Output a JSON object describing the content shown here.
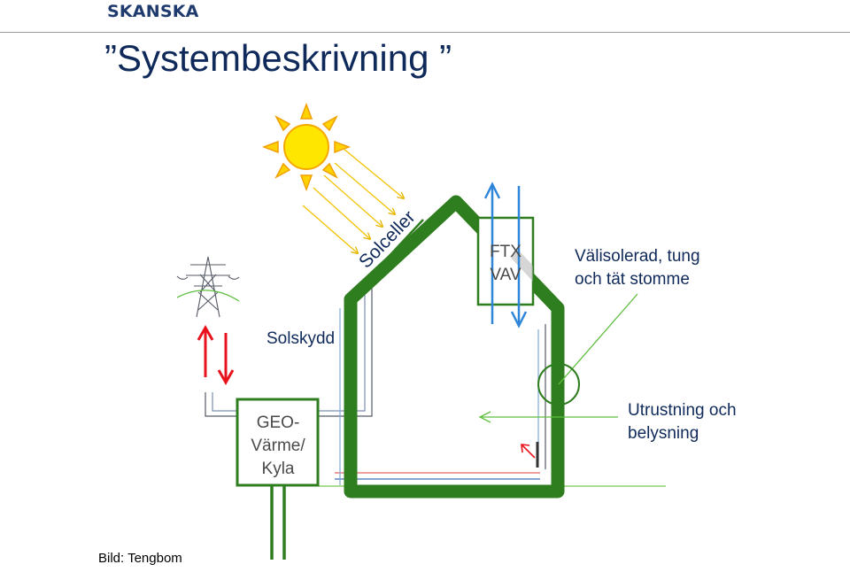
{
  "header": {
    "logo_text": "SKANSKA",
    "title": "”Systembeskrivning ”"
  },
  "labels": {
    "solceller": "Solceller",
    "ftx_line1": "FTX",
    "ftx_line2": "VAV",
    "insulation_line1": "Välisolerad, tung",
    "insulation_line2": "och tät stomme",
    "solskydd": "Solskydd",
    "geo_line1": "GEO-",
    "geo_line2": "Värme/",
    "geo_line3": "Kyla",
    "equipment_line1": "Utrustning och",
    "equipment_line2": "belysning"
  },
  "footer": {
    "credit": "Bild: Tengbom"
  },
  "colors": {
    "house_green": "#2e7d1e",
    "light_green": "#8fd16f",
    "sun_yellow": "#ffe600",
    "sun_orange": "#f6a800",
    "arrow_red": "#e8121d",
    "arrow_blue": "#2f86d8",
    "title_navy": "#0f2a5a"
  },
  "icons": [
    "sun-icon",
    "power-pylon-icon"
  ]
}
